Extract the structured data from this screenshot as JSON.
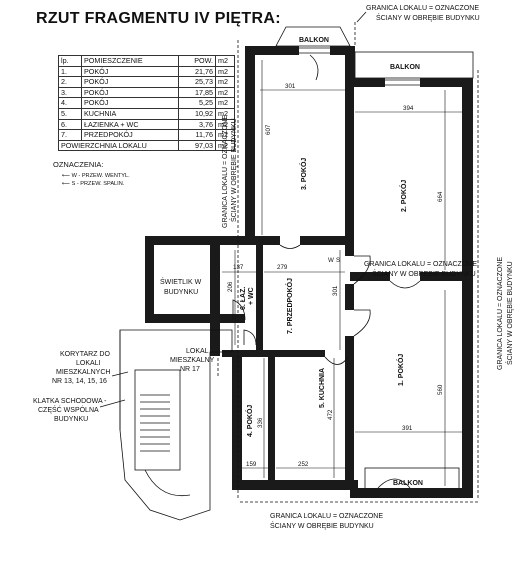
{
  "title": "RZUT FRAGMENTU IV PIĘTRA:",
  "table": {
    "header": {
      "n": "lp.",
      "name": "POMIESZCZENIE",
      "area": "POW.",
      "unit": "m2"
    },
    "rows": [
      {
        "n": "1.",
        "name": "POKÓJ",
        "area": "21,76",
        "unit": "m2"
      },
      {
        "n": "2.",
        "name": "POKÓJ",
        "area": "25,73",
        "unit": "m2"
      },
      {
        "n": "3.",
        "name": "POKÓJ",
        "area": "17,85",
        "unit": "m2"
      },
      {
        "n": "4.",
        "name": "POKÓJ",
        "area": "5,25",
        "unit": "m2"
      },
      {
        "n": "5.",
        "name": "KUCHNIA",
        "area": "10,92",
        "unit": "m2"
      },
      {
        "n": "6.",
        "name": "ŁAZIENKA + WC",
        "area": "3,76",
        "unit": "m2"
      },
      {
        "n": "7.",
        "name": "PRZEDPOKÓJ",
        "area": "11,76",
        "unit": "m2"
      }
    ],
    "total": {
      "name": "POWIERZCHNIA LOKALU",
      "area": "97,03",
      "unit": "m2"
    }
  },
  "legend": {
    "title": "OZNACZENIA:",
    "items": [
      "W - PRZEW. WENTYL.",
      "S - PRZEW. SPALIN."
    ]
  },
  "plan": {
    "boundary_top_1": "GRANICA LOKALU = OZNACZONE",
    "boundary_top_2": "ŚCIANY W OBRĘBIE BUDYNKU",
    "boundary_mid_1": "GRANICA LOKALU = OZNACZONE",
    "boundary_mid_2": "ŚCIANY W OBRĘBIE BUDYNKU",
    "boundary_bottom_1": "GRANICA LOKALU = OZNACZONE",
    "boundary_bottom_2": "ŚCIANY W OBRĘBIE BUDYNKU",
    "boundary_left_1": "GRANICA LOKALU = OZNACZONE",
    "boundary_left_2": "ŚCIANY W OBRĘBIE BUDYNKU",
    "boundary_right_1": "GRANICA LOKALU = OZNACZONE",
    "boundary_right_2": "ŚCIANY W OBRĘBIE BUDYNKU",
    "balcony_top": "BALKON",
    "balcony_right_top": "BALKON",
    "balcony_bottom": "BALKON",
    "room_1": "1. POKÓJ",
    "room_2": "2. POKÓJ",
    "room_3": "3. POKÓJ",
    "room_4": "4. POKÓJ",
    "room_5": "5. KUCHNIA",
    "room_6a": "6. ŁAZ.",
    "room_6b": "+ WC",
    "room_7": "7. PRZEDPOKÓJ",
    "skylight_1": "ŚWIETLIK W",
    "skylight_2": "BUDYNKU",
    "neighbor_1": "LOKAL",
    "neighbor_2": "MIESZKALNY",
    "neighbor_3": "NR 17",
    "corridor_1": "KORYTARZ DO",
    "corridor_2": "LOKALI",
    "corridor_3": "MIESZKALNYCH",
    "corridor_4": "NR 13, 14, 15, 16",
    "stairs_1": "KLATKA SCHODOWA -",
    "stairs_2": "CZĘŚĆ WSPÓLNA",
    "stairs_3": "BUDYNKU",
    "dims": {
      "d301_top": "301",
      "d394": "394",
      "d607": "607",
      "d664": "664",
      "d137": "137",
      "d279": "279",
      "d206": "206",
      "d301_mid": "301",
      "d472": "472",
      "d336": "336",
      "d560": "560",
      "d391": "391",
      "d159": "159",
      "d252": "252"
    },
    "vent_w": "W",
    "vent_s": "S"
  }
}
